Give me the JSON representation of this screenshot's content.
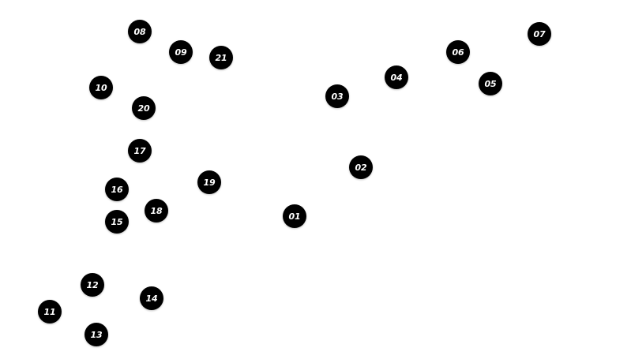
{
  "colors": {
    "background": "#ffffff",
    "marker_fill": "#000000",
    "marker_text": "#ffffff"
  },
  "markers": [
    {
      "id": "01",
      "label": "01"
    },
    {
      "id": "02",
      "label": "02"
    },
    {
      "id": "03",
      "label": "03"
    },
    {
      "id": "04",
      "label": "04"
    },
    {
      "id": "05",
      "label": "05"
    },
    {
      "id": "06",
      "label": "06"
    },
    {
      "id": "07",
      "label": "07"
    },
    {
      "id": "08",
      "label": "08"
    },
    {
      "id": "09",
      "label": "09"
    },
    {
      "id": "10",
      "label": "10"
    },
    {
      "id": "11",
      "label": "11"
    },
    {
      "id": "12",
      "label": "12"
    },
    {
      "id": "13",
      "label": "13"
    },
    {
      "id": "14",
      "label": "14"
    },
    {
      "id": "15",
      "label": "15"
    },
    {
      "id": "16",
      "label": "16"
    },
    {
      "id": "17",
      "label": "17"
    },
    {
      "id": "18",
      "label": "18"
    },
    {
      "id": "19",
      "label": "19"
    },
    {
      "id": "20",
      "label": "20"
    },
    {
      "id": "21",
      "label": "21"
    }
  ]
}
